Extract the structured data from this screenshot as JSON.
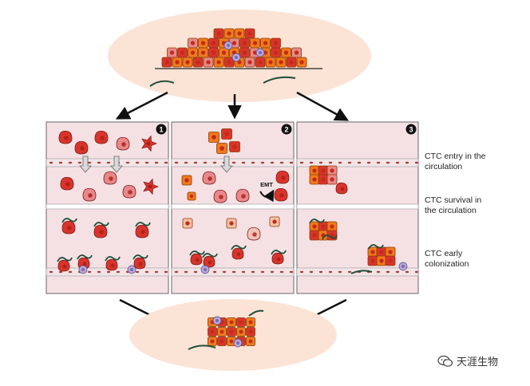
{
  "stages": [
    {
      "label_line1": "CTC entry in the",
      "label_line2": "circulation"
    },
    {
      "label_line1": "CTC survival in",
      "label_line2": "the circulation"
    },
    {
      "label_line1": "CTC early",
      "label_line2": "colonization"
    }
  ],
  "panels": [
    {
      "number": "1"
    },
    {
      "number": "2"
    },
    {
      "number": "3"
    }
  ],
  "emt_label": "EMT",
  "watermark": "天涯生物",
  "colors": {
    "tumor_bg": "#fbe3d6",
    "panel_bg": "#f5e1e4",
    "vessel_lumen": "#f9f0f1",
    "red_cell": "#d9342b",
    "orange_cell": "#f07a1c",
    "pink_cell": "#e8888a",
    "purple_cell": "#b7a8d8"
  }
}
